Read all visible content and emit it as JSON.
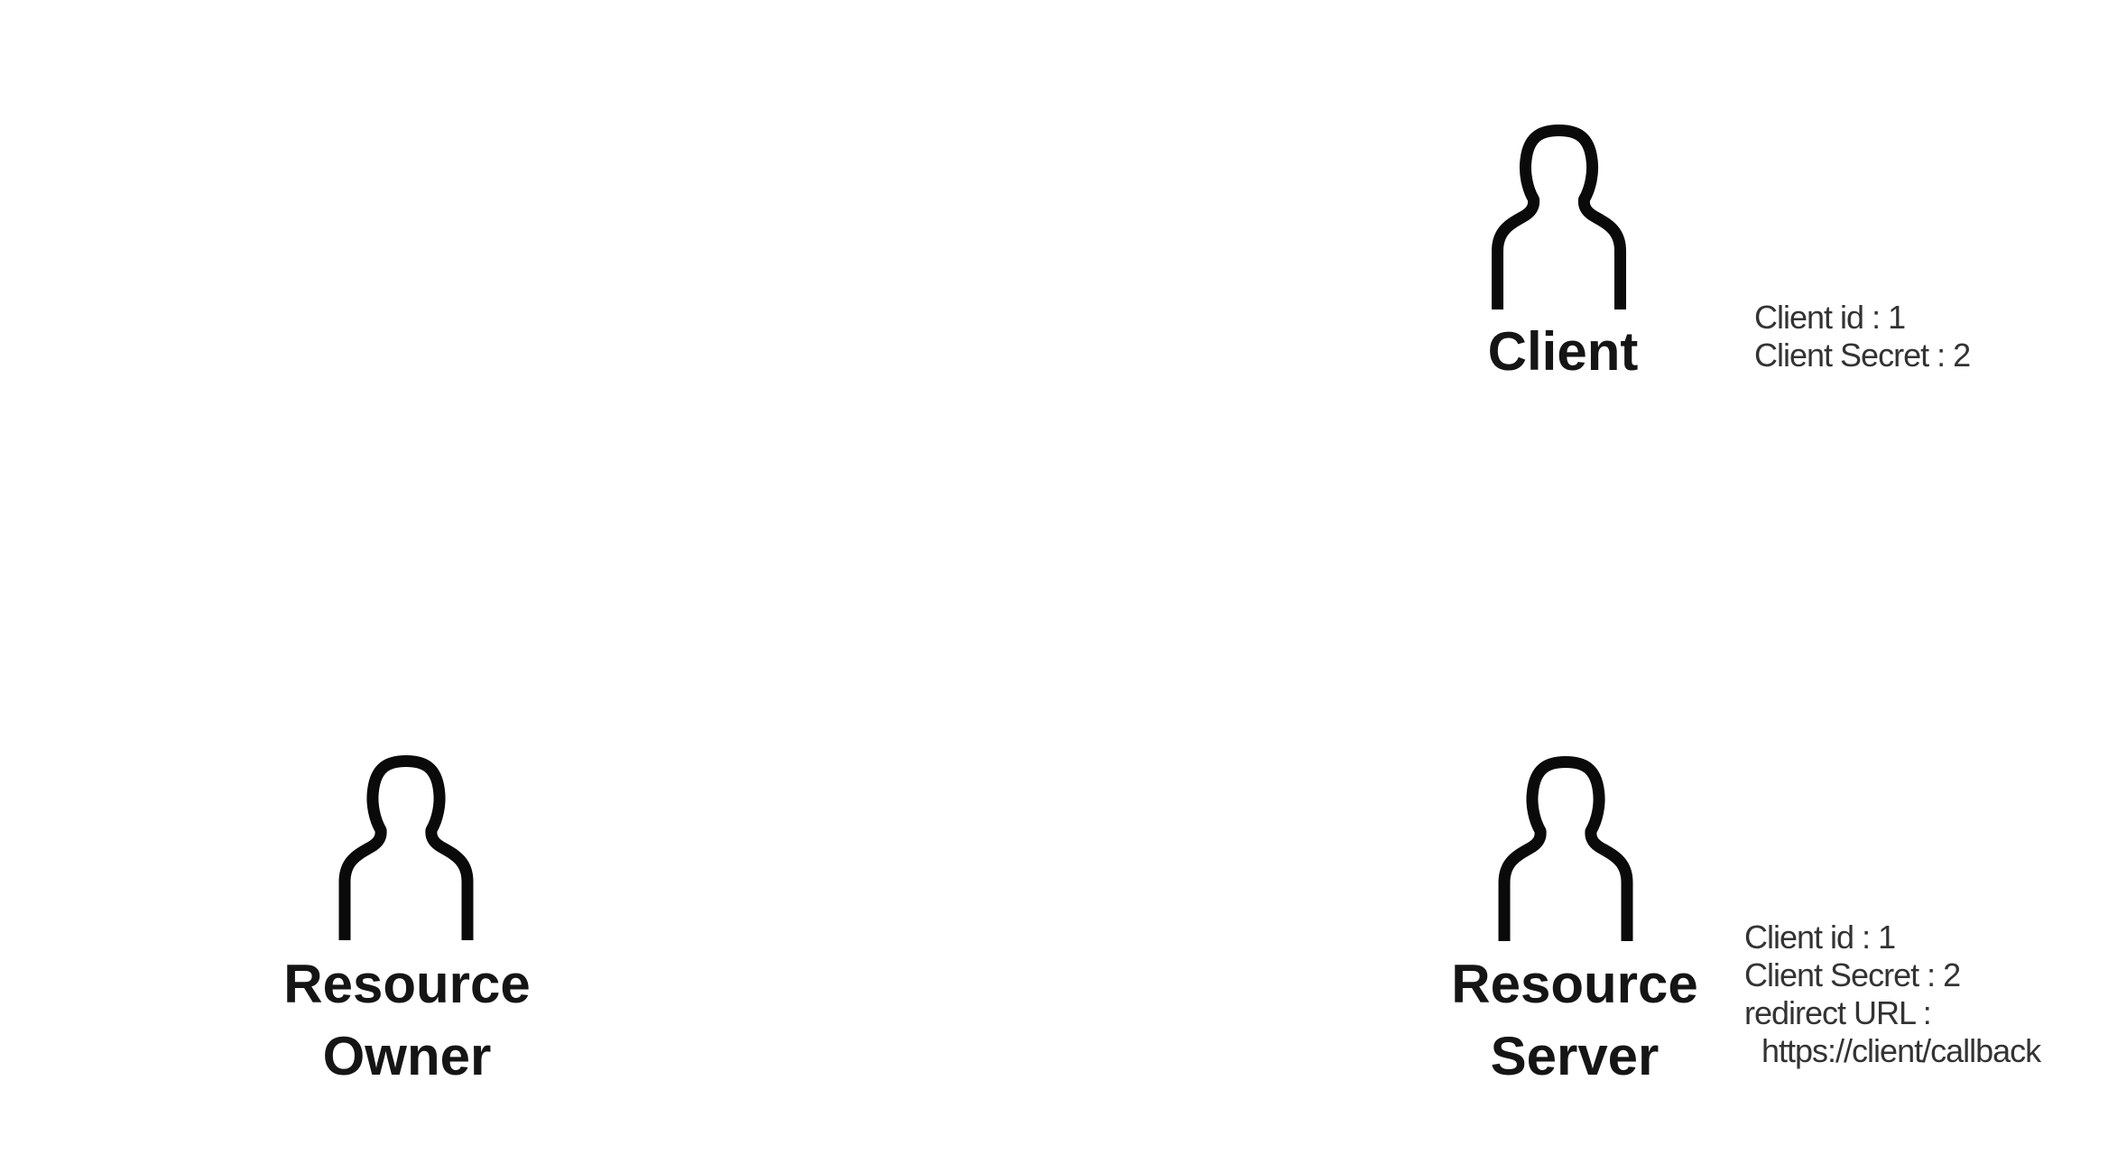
{
  "colors": {
    "background": "#ffffff",
    "icon_stroke": "#0a0a0a",
    "label_text": "#151515",
    "details_text": "#333333"
  },
  "actors": {
    "client": {
      "label": "Client",
      "icon": "person-outline-icon",
      "details": [
        "Client id : 1",
        "Client Secret : 2"
      ]
    },
    "resource_owner": {
      "label_lines": [
        "Resource",
        "Owner"
      ],
      "icon": "person-outline-icon",
      "details": []
    },
    "resource_server": {
      "label_lines": [
        "Resource",
        "Server"
      ],
      "icon": "person-outline-icon",
      "details": [
        "Client id : 1",
        "Client Secret : 2",
        "redirect URL :",
        "https://client/callback"
      ]
    }
  }
}
